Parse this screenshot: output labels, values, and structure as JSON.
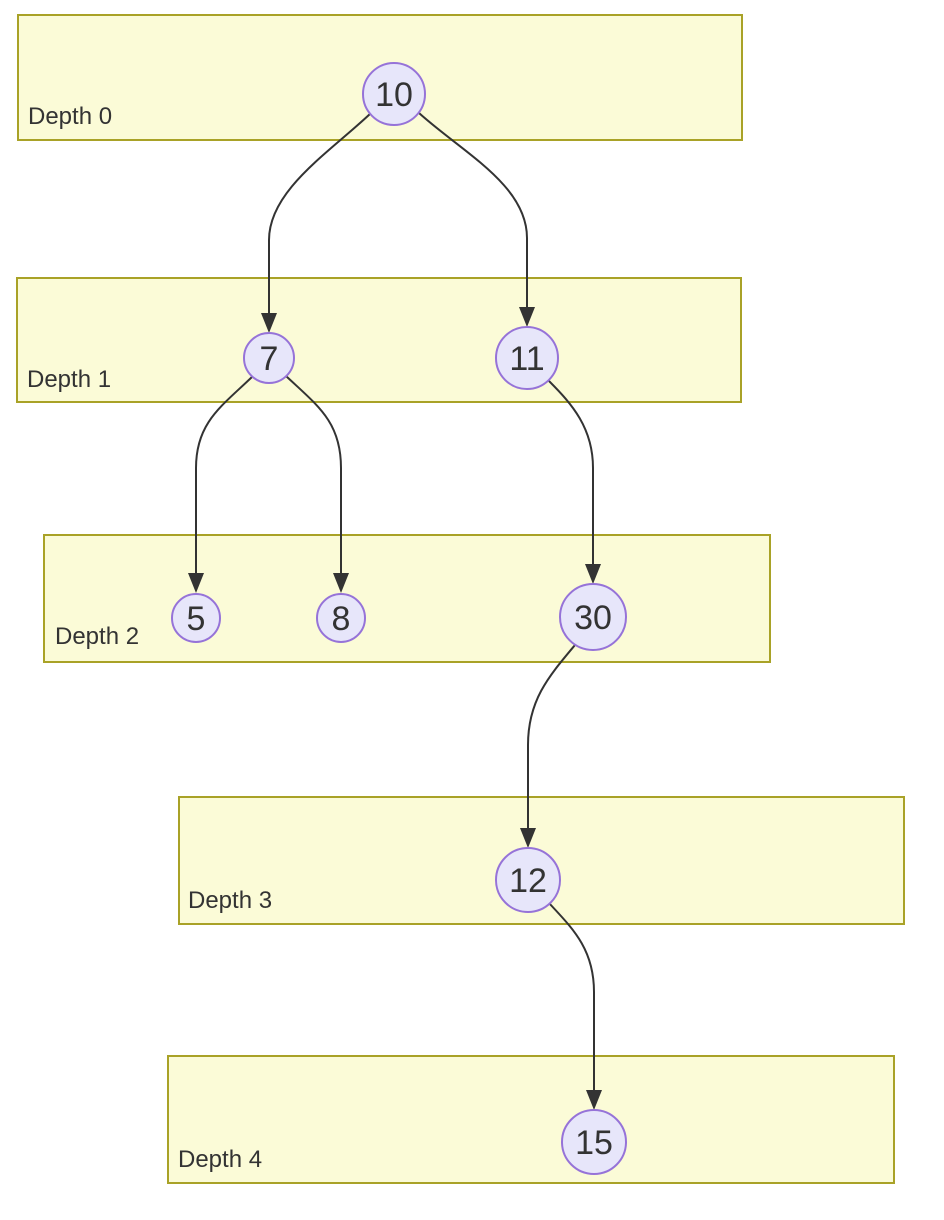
{
  "diagram": {
    "type": "binary-search-tree-by-depth",
    "bands": [
      {
        "label": "Depth 0"
      },
      {
        "label": "Depth 1"
      },
      {
        "label": "Depth 2"
      },
      {
        "label": "Depth 3"
      },
      {
        "label": "Depth 4"
      }
    ],
    "nodes": [
      {
        "value": "10",
        "depth": 0
      },
      {
        "value": "7",
        "depth": 1
      },
      {
        "value": "11",
        "depth": 1
      },
      {
        "value": "5",
        "depth": 2
      },
      {
        "value": "8",
        "depth": 2
      },
      {
        "value": "30",
        "depth": 2
      },
      {
        "value": "12",
        "depth": 3
      },
      {
        "value": "15",
        "depth": 4
      }
    ],
    "edges": [
      {
        "from": "10",
        "to": "7"
      },
      {
        "from": "10",
        "to": "11"
      },
      {
        "from": "7",
        "to": "5"
      },
      {
        "from": "7",
        "to": "8"
      },
      {
        "from": "11",
        "to": "30"
      },
      {
        "from": "30",
        "to": "12"
      },
      {
        "from": "12",
        "to": "15"
      }
    ],
    "colors": {
      "band_fill": "#fbfbd7",
      "band_border": "#a9a227",
      "node_fill": "#e7e6fa",
      "node_border": "#9673d8",
      "edge": "#333333",
      "text": "#333333",
      "background": "#ffffff"
    }
  }
}
